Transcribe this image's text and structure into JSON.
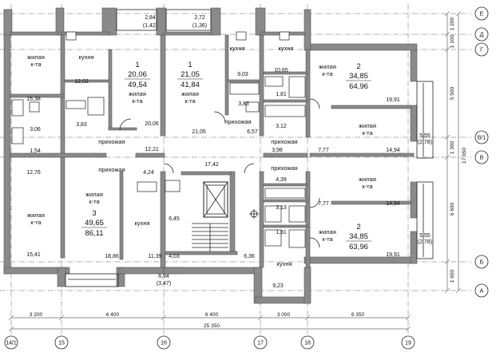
{
  "axes_vertical": [
    "14/1",
    "15",
    "16",
    "17",
    "18",
    "19"
  ],
  "axes_horizontal": [
    "Е",
    "Д",
    "Г",
    "В/1",
    "В",
    "Б",
    "А"
  ],
  "dims_bottom": {
    "spans": [
      "3 200",
      "6 400",
      "6 400",
      "3 000",
      "6 350"
    ],
    "total": "25 350"
  },
  "dims_right": {
    "spans": [
      "1 200",
      "1 100",
      "5 500",
      "1 300",
      "6 600",
      "1 650"
    ],
    "total": "17 650"
  },
  "balconies_top": [
    {
      "area": "2,84",
      "reduced": "(1,42)"
    },
    {
      "area": "2,72",
      "reduced": "(1,36)"
    }
  ],
  "balconies_right": [
    {
      "area": "5,55",
      "reduced": "(2,78)"
    },
    {
      "area": "5,55",
      "reduced": "(2,78)"
    }
  ],
  "balcony_bottom": {
    "area": "6,94",
    "reduced": "(3,47)"
  },
  "apartments": [
    {
      "rooms": "1",
      "living": "20,06",
      "total": "49,54"
    },
    {
      "rooms": "1",
      "living": "21,05",
      "total": "41,84"
    },
    {
      "rooms": "2",
      "living": "34,85",
      "total": "64,96"
    },
    {
      "rooms": "3",
      "living": "49,65",
      "total": "86,11"
    },
    {
      "rooms": "2",
      "living": "34,85",
      "total": "63,96"
    }
  ],
  "room_names": {
    "living": "жилая",
    "living_abbr": "к-та",
    "kitchen": "кухня",
    "hall": "прихожая"
  },
  "areas": {
    "kitchen_a": "12,02",
    "room_nw": "15,38",
    "bath_a1": "3,06",
    "wc_a1": "1,54",
    "bath_a2": "3,83",
    "room_a1": "20,06",
    "hall_a1": "12,21",
    "room_b1": "21,05",
    "kitchen_b": "9,03",
    "bath_b": "3,83",
    "hall_b": "6,57",
    "kitchen_c": "10,65",
    "wc_c": "1,81",
    "bath_c": "3,12",
    "hall_c": "3,98",
    "corridor_c": "7,77",
    "room_c1": "19,91",
    "room_c2": "14,94",
    "room_sw": "12,76",
    "hall_d": "4,24",
    "corridor": "17,42",
    "room_d1": "15,41",
    "room_d2": "18,86",
    "kitchen_d": "11,39",
    "lobby": "6,45",
    "stair_a": "4,03",
    "stair_b": "6,36",
    "bath_e1": "4,39",
    "bath_e2": "3,13",
    "wc_e": "1,81",
    "kitchen_e": "9,23",
    "corridor_e": "7,77",
    "room_e1": "14,94",
    "room_e2": "19,91"
  }
}
